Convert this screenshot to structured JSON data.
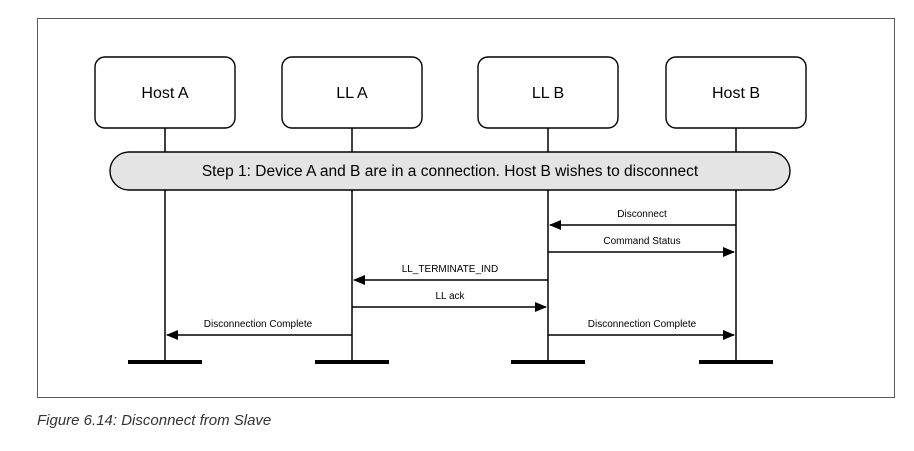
{
  "entities": [
    {
      "id": "host-a",
      "label": "Host A"
    },
    {
      "id": "ll-a",
      "label": "LL A"
    },
    {
      "id": "ll-b",
      "label": "LL B"
    },
    {
      "id": "host-b",
      "label": "Host B"
    }
  ],
  "step": {
    "text": "Step 1: Device A and B are in a connection. Host B wishes to disconnect"
  },
  "messages": [
    {
      "id": "disconnect",
      "label": "Disconnect",
      "from": "host-b",
      "to": "ll-b"
    },
    {
      "id": "command-status",
      "label": "Command Status",
      "from": "ll-b",
      "to": "host-b"
    },
    {
      "id": "ll-terminate-ind",
      "label": "LL_TERMINATE_IND",
      "from": "ll-b",
      "to": "ll-a"
    },
    {
      "id": "ll-ack",
      "label": "LL ack",
      "from": "ll-a",
      "to": "ll-b"
    },
    {
      "id": "disconnection-complete-a",
      "label": "Disconnection Complete",
      "from": "ll-a",
      "to": "host-a"
    },
    {
      "id": "disconnection-complete-b",
      "label": "Disconnection Complete",
      "from": "ll-b",
      "to": "host-b"
    }
  ],
  "caption": "Figure 6.14:  Disconnect from Slave"
}
